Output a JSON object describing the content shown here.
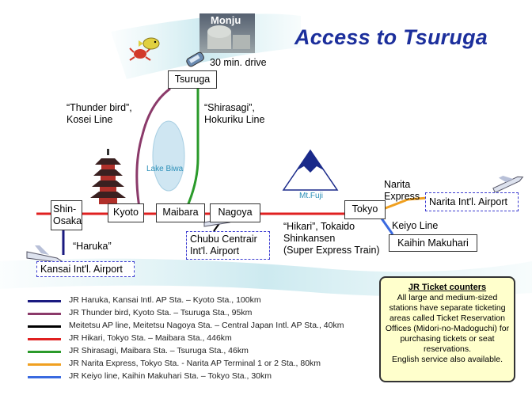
{
  "title": "Access to Tsuruga",
  "monju_label": "Monju",
  "drive_label": "30 min. drive",
  "stations": {
    "tsuruga": "Tsuruga",
    "shin_osaka": "Shin-\nOsaka",
    "kyoto": "Kyoto",
    "maibara": "Maibara",
    "nagoya": "Nagoya",
    "tokyo": "Tokyo",
    "kaihin": "Kaihin Makuhari"
  },
  "airports": {
    "kansai": "Kansai Int'l. Airport",
    "chubu": "Chubu Centrair\nInt'l. Airport",
    "narita": "Narita Int'l. Airport"
  },
  "line_labels": {
    "thunderbird": "“Thunder bird”,\nKosei Line",
    "shirasagi": "“Shirasagi”,\nHokuriku Line",
    "haruka": "“Haruka”",
    "hikari": "“Hikari”, Tokaido\nShinkansen\n(Super Express Train)",
    "narita_express": "Narita\nExpress",
    "keiyo": "Keiyo Line"
  },
  "landmarks": {
    "lake_biwa": "Lake Biwa",
    "mt_fuji": "Mt.Fuji"
  },
  "legend": [
    {
      "color": "#1a1a80",
      "text": "JR Haruka, Kansai Intl. AP Sta. – Kyoto Sta., 100km"
    },
    {
      "color": "#8b3a6a",
      "text": "JR Thunder bird, Kyoto Sta. – Tsuruga Sta., 95km"
    },
    {
      "color": "#000000",
      "text": "Meitetsu AP line, Meitetsu Nagoya Sta. – Central Japan Intl. AP Sta., 40km"
    },
    {
      "color": "#e02020",
      "text": "JR Hikari, Tokyo Sta. – Maibara Sta., 446km"
    },
    {
      "color": "#2a9a2a",
      "text": "JR Shirasagi, Maibara Sta. – Tsuruga Sta., 46km"
    },
    {
      "color": "#f0a020",
      "text": "JR Narita Express, Tokyo Sta. - Narita AP Terminal 1 or 2 Sta., 80km"
    },
    {
      "color": "#3a6ae0",
      "text": "JR Keiyo line, Kaihin Makuhari Sta. – Tokyo Sta., 30km"
    }
  ],
  "jr_box": {
    "title": "JR Ticket counters",
    "body": "All large and medium-sized stations have separate ticketing areas called Ticket Reservation Offices (Midori-no-Madoguchi) for purchasing tickets or seat reservations.",
    "english": "English service also available."
  }
}
